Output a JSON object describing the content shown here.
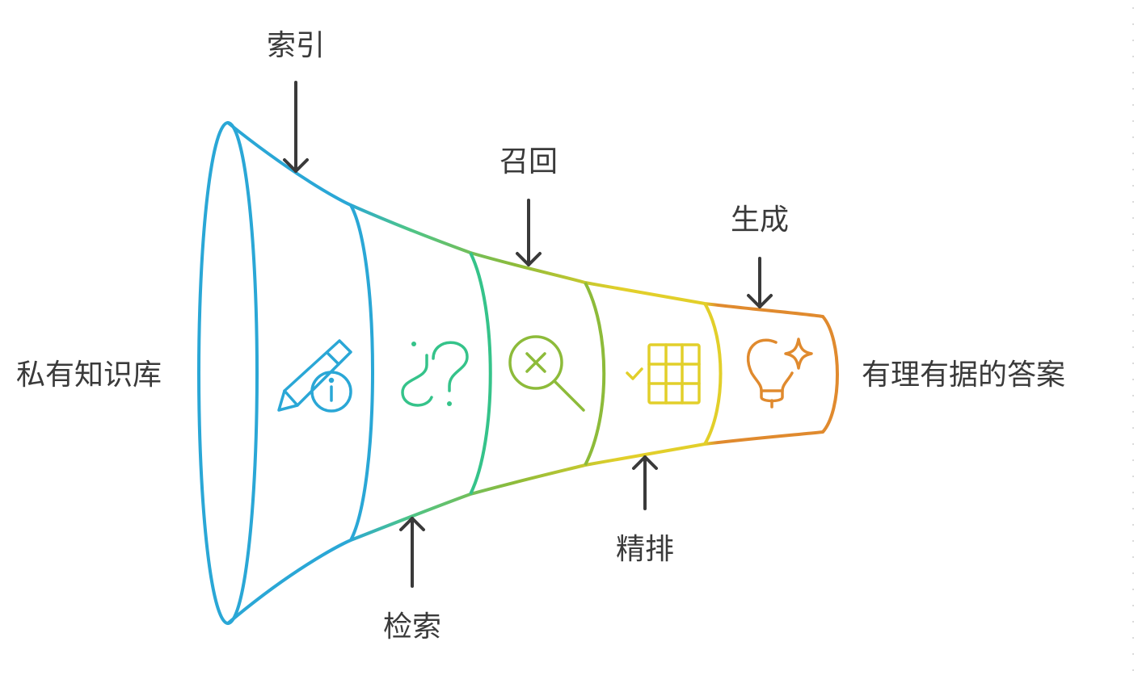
{
  "diagram": {
    "input_label": "私有知识库",
    "output_label": "有理有据的答案",
    "stages": [
      {
        "key": "index",
        "label": "索引",
        "color": "#2aa7d6",
        "icon": "pencil-info-icon"
      },
      {
        "key": "retrieve",
        "label": "检索",
        "color": "#35c38a",
        "icon": "question-marks-icon"
      },
      {
        "key": "recall",
        "label": "召回",
        "color": "#8dbb3a",
        "icon": "magnifier-x-icon"
      },
      {
        "key": "rerank",
        "label": "精排",
        "color": "#e2cf2a",
        "icon": "checklist-grid-icon"
      },
      {
        "key": "generate",
        "label": "生成",
        "color": "#e08a2e",
        "icon": "lightbulb-sparkle-icon"
      }
    ]
  }
}
